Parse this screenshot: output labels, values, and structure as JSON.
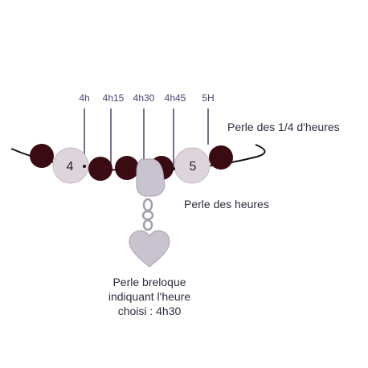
{
  "time_labels": {
    "t4h": "4h",
    "t4h15": "4h15",
    "t4h30": "4h30",
    "t4h45": "4h45",
    "t5h": "5H"
  },
  "bead_numbers": {
    "hour_a": "4",
    "hour_b": "5"
  },
  "captions": {
    "quarter_beads": "Perle des 1/4 d'heures",
    "hour_beads": "Perle des heures",
    "charm_line1": "Perle breloque",
    "charm_line2": "indiquant l'heure",
    "charm_line3": "choisi : 4h30"
  },
  "colors": {
    "quarter_bead": "#3a0b12",
    "hour_bead": "#ddd4dc",
    "charm": "#c9c3cf",
    "leader_line": "#4a3f6b",
    "cord": "#1a1015"
  }
}
